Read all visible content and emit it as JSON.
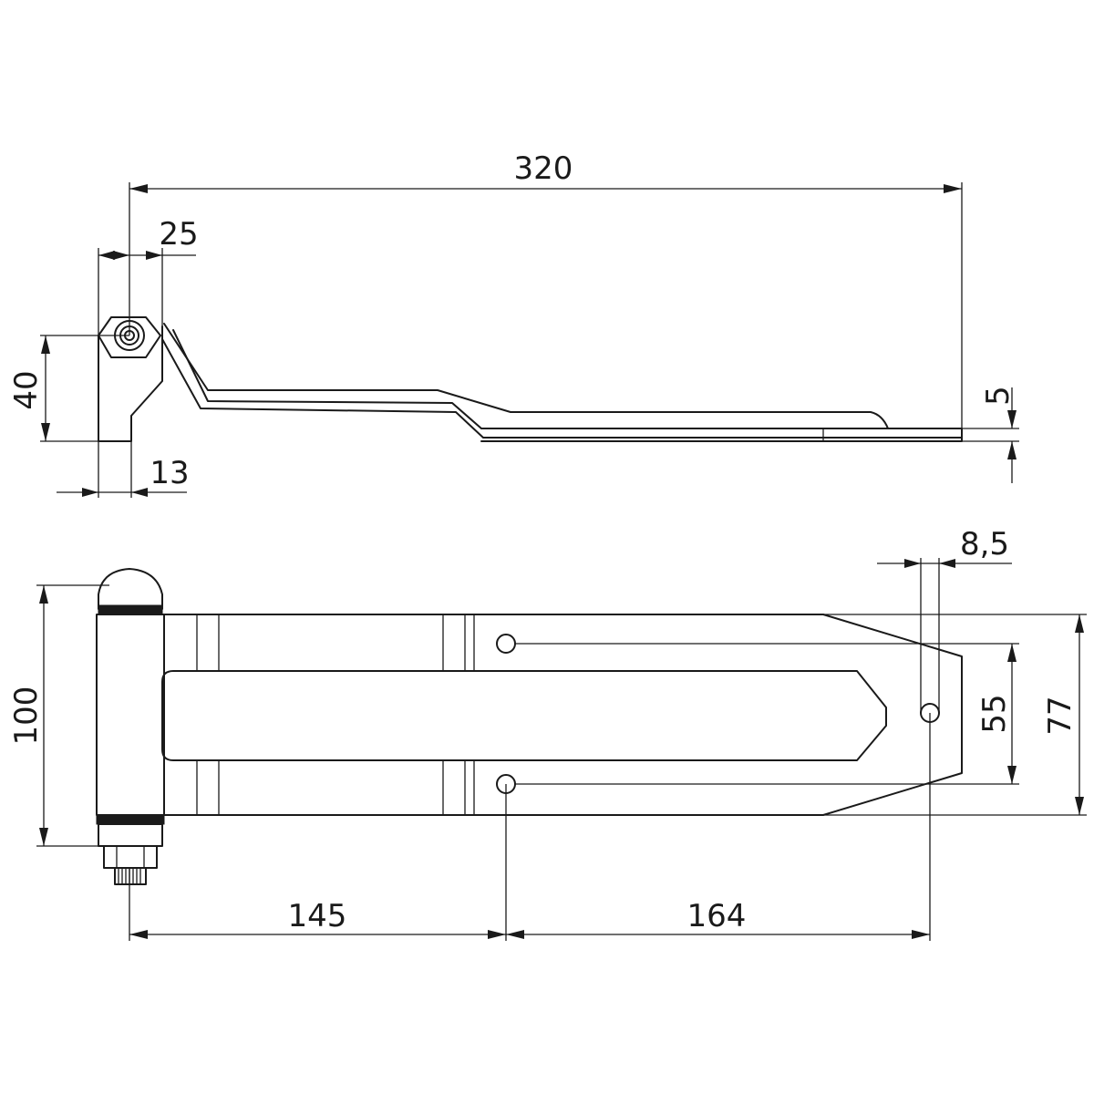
{
  "dimensions": {
    "overall_length": "320",
    "pivot_offset": "25",
    "height_side": "40",
    "base_width": "13",
    "plate_thickness": "5",
    "hole_diameter": "8,5",
    "overall_width": "100",
    "hole_spacing": "55",
    "plate_width": "77",
    "pin_to_hole": "145",
    "hole_to_hole": "164"
  }
}
